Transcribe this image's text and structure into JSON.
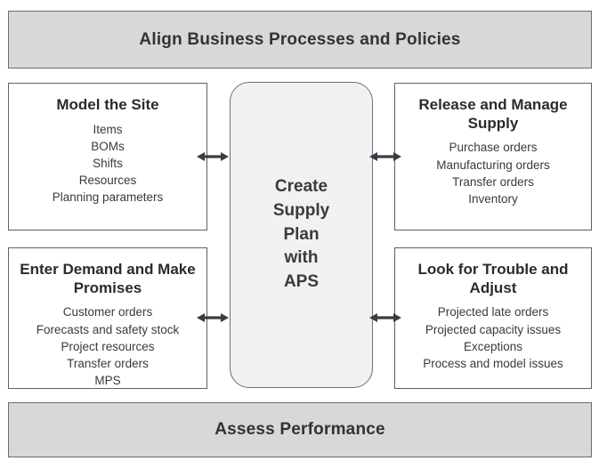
{
  "diagram": {
    "title_top": "Align Business Processes and Policies",
    "title_bottom": "Assess Performance",
    "center": {
      "label": "Create\nSupply\nPlan\nwith\nAPS",
      "fill_color": "#f1f1f1",
      "border_color": "#6f6f78"
    },
    "banner_fill_color": "#d8d8d8",
    "banner_border_color": "#6b6b72",
    "box_border_color": "#5f5f66",
    "arrow_color": "#3b3b44",
    "quadrants": [
      {
        "id": "top-left",
        "title": "Model the Site",
        "items": [
          "Items",
          "BOMs",
          "Shifts",
          "Resources",
          "Planning parameters"
        ]
      },
      {
        "id": "top-right",
        "title": "Release and Manage Supply",
        "items": [
          "Purchase orders",
          "Manufacturing orders",
          "Transfer orders",
          "Inventory"
        ]
      },
      {
        "id": "bottom-left",
        "title": "Enter Demand and Make Promises",
        "items": [
          "Customer orders",
          "Forecasts and safety stock",
          "Project resources",
          "Transfer orders",
          "MPS"
        ]
      },
      {
        "id": "bottom-right",
        "title": "Look for Trouble and Adjust",
        "items": [
          "Projected late orders",
          "Projected capacity issues",
          "Exceptions",
          "Process and model issues"
        ]
      }
    ],
    "connectors": [
      {
        "id": "top-left-connector",
        "type": "double-arrow"
      },
      {
        "id": "bottom-left-connector",
        "type": "double-arrow"
      },
      {
        "id": "top-right-connector",
        "type": "double-arrow"
      },
      {
        "id": "bottom-right-connector",
        "type": "double-arrow"
      }
    ]
  }
}
